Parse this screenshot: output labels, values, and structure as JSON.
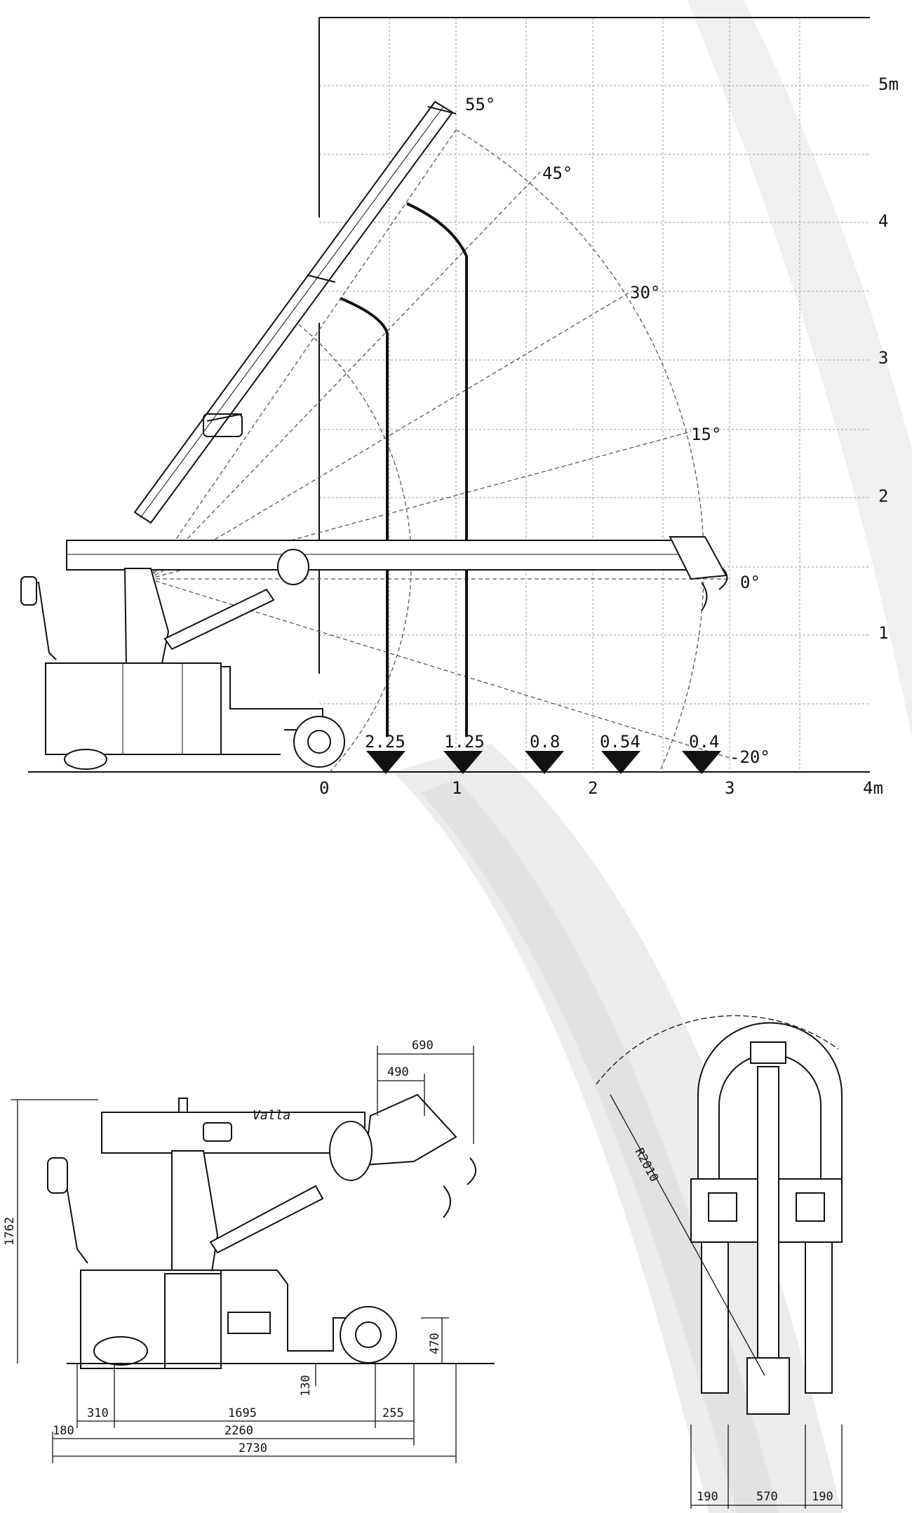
{
  "load_chart": {
    "y_ticks": [
      "1",
      "2",
      "3",
      "4",
      "5m"
    ],
    "x_ticks": [
      "0",
      "1",
      "2",
      "3",
      "4m"
    ],
    "angles": [
      "55°",
      "45°",
      "30°",
      "15°",
      "0°",
      "-20°"
    ],
    "loads": [
      "2.25",
      "1.25",
      "0.8",
      "0.54",
      "0.4"
    ]
  },
  "side_view": {
    "brand": "Valla",
    "dims": {
      "reach_outer": "690",
      "reach_inner": "490",
      "height": "1762",
      "wheel_height": "470",
      "ground_clearance": "130",
      "front_overhang": "310",
      "wheelbase": "1695",
      "rear_overhang": "255",
      "rear_extension": "180",
      "body_length": "2260",
      "total_length": "2730"
    }
  },
  "top_view": {
    "radius": "R2010",
    "widths": [
      "190",
      "570",
      "190"
    ]
  },
  "colors": {
    "line": "#111111",
    "grid": "#9a9a9a",
    "swoosh": "#e9e9e9"
  }
}
